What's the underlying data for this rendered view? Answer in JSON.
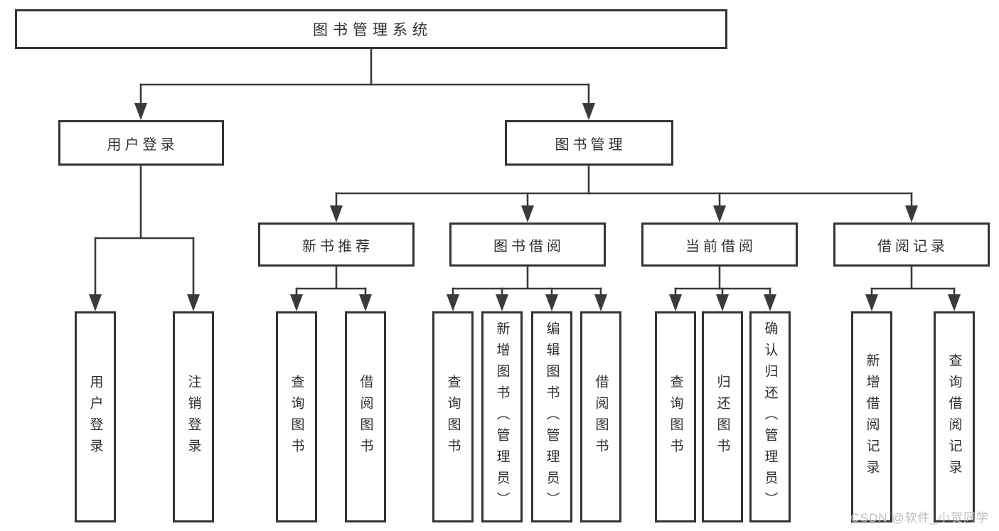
{
  "nodes": {
    "root": {
      "label": "图书管理系统"
    },
    "level2": [
      {
        "label": "用户登录"
      },
      {
        "label": "图书管理"
      }
    ],
    "level3": [
      {
        "label": "新书推荐"
      },
      {
        "label": "图书借阅"
      },
      {
        "label": "当前借阅"
      },
      {
        "label": "借阅记录"
      }
    ],
    "leaves": {
      "user_login": [
        {
          "label": "用户登录"
        },
        {
          "label": "注销登录"
        }
      ],
      "new_books": [
        {
          "label": "查询图书"
        },
        {
          "label": "借阅图书"
        }
      ],
      "book_borrow": [
        {
          "label": "查询图书"
        },
        {
          "label": "新增图书（管理员）"
        },
        {
          "label": "编辑图书（管理员）"
        },
        {
          "label": "借阅图书"
        }
      ],
      "current_borrow": [
        {
          "label": "查询图书"
        },
        {
          "label": "归还图书"
        },
        {
          "label": "确认归还（管理员）"
        }
      ],
      "borrow_records": [
        {
          "label": "新增借阅记录"
        },
        {
          "label": "查询借阅记录"
        }
      ]
    }
  },
  "colors": {
    "line": "#3a3a3a",
    "border": "#343434",
    "text": "#2f2f2f",
    "watermark": "#bdbdbd"
  },
  "watermark": {
    "text": "CSDN @软件_小贺同学"
  }
}
